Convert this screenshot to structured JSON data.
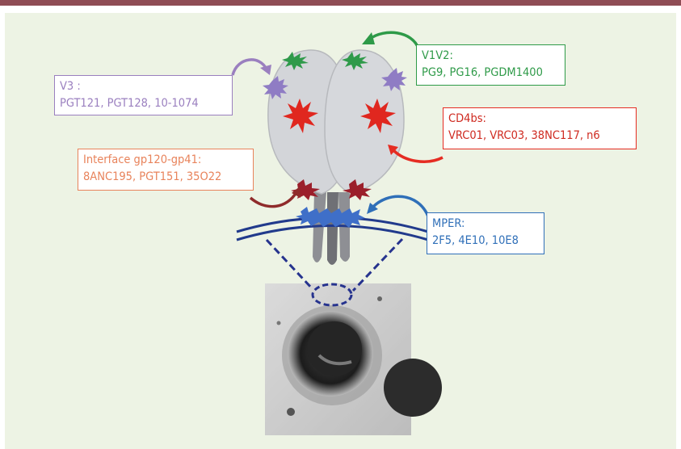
{
  "labels": {
    "v1v2": {
      "title": "V1V2:",
      "antibodies": "PG9, PG16, PGDM1400",
      "color": "#2e9a48"
    },
    "v3": {
      "title": "V3 :",
      "antibodies": "PGT121, PGT128, 10-1074",
      "color": "#9a7fbf"
    },
    "cd4bs": {
      "title": "CD4bs:",
      "antibodies": "VRC01, VRC03, 38NC117, n6",
      "color": "#cf2a20"
    },
    "interface": {
      "title": "Interface gp120-gp41:",
      "antibodies": "8ANC195, PGT151, 35O22",
      "color": "#e8835b"
    },
    "mper": {
      "title": "MPER:",
      "antibodies": "2F5, 4E10, 10E8",
      "color": "#2f6fb8"
    }
  },
  "colors": {
    "top_bar": "#8f4c55",
    "background": "#edf3e4",
    "gp120_fill": "#d3d5d9",
    "gp41_fill": "#8e8f94",
    "membrane": "#213a8c",
    "v1v2_epitope": "#2f9a4a",
    "v3_epitope": "#8f7cc4",
    "cd4bs_epitope": "#e0271f",
    "interface_epitope": "#9b1f2b",
    "mper_epitope": "#3f6fc8"
  }
}
